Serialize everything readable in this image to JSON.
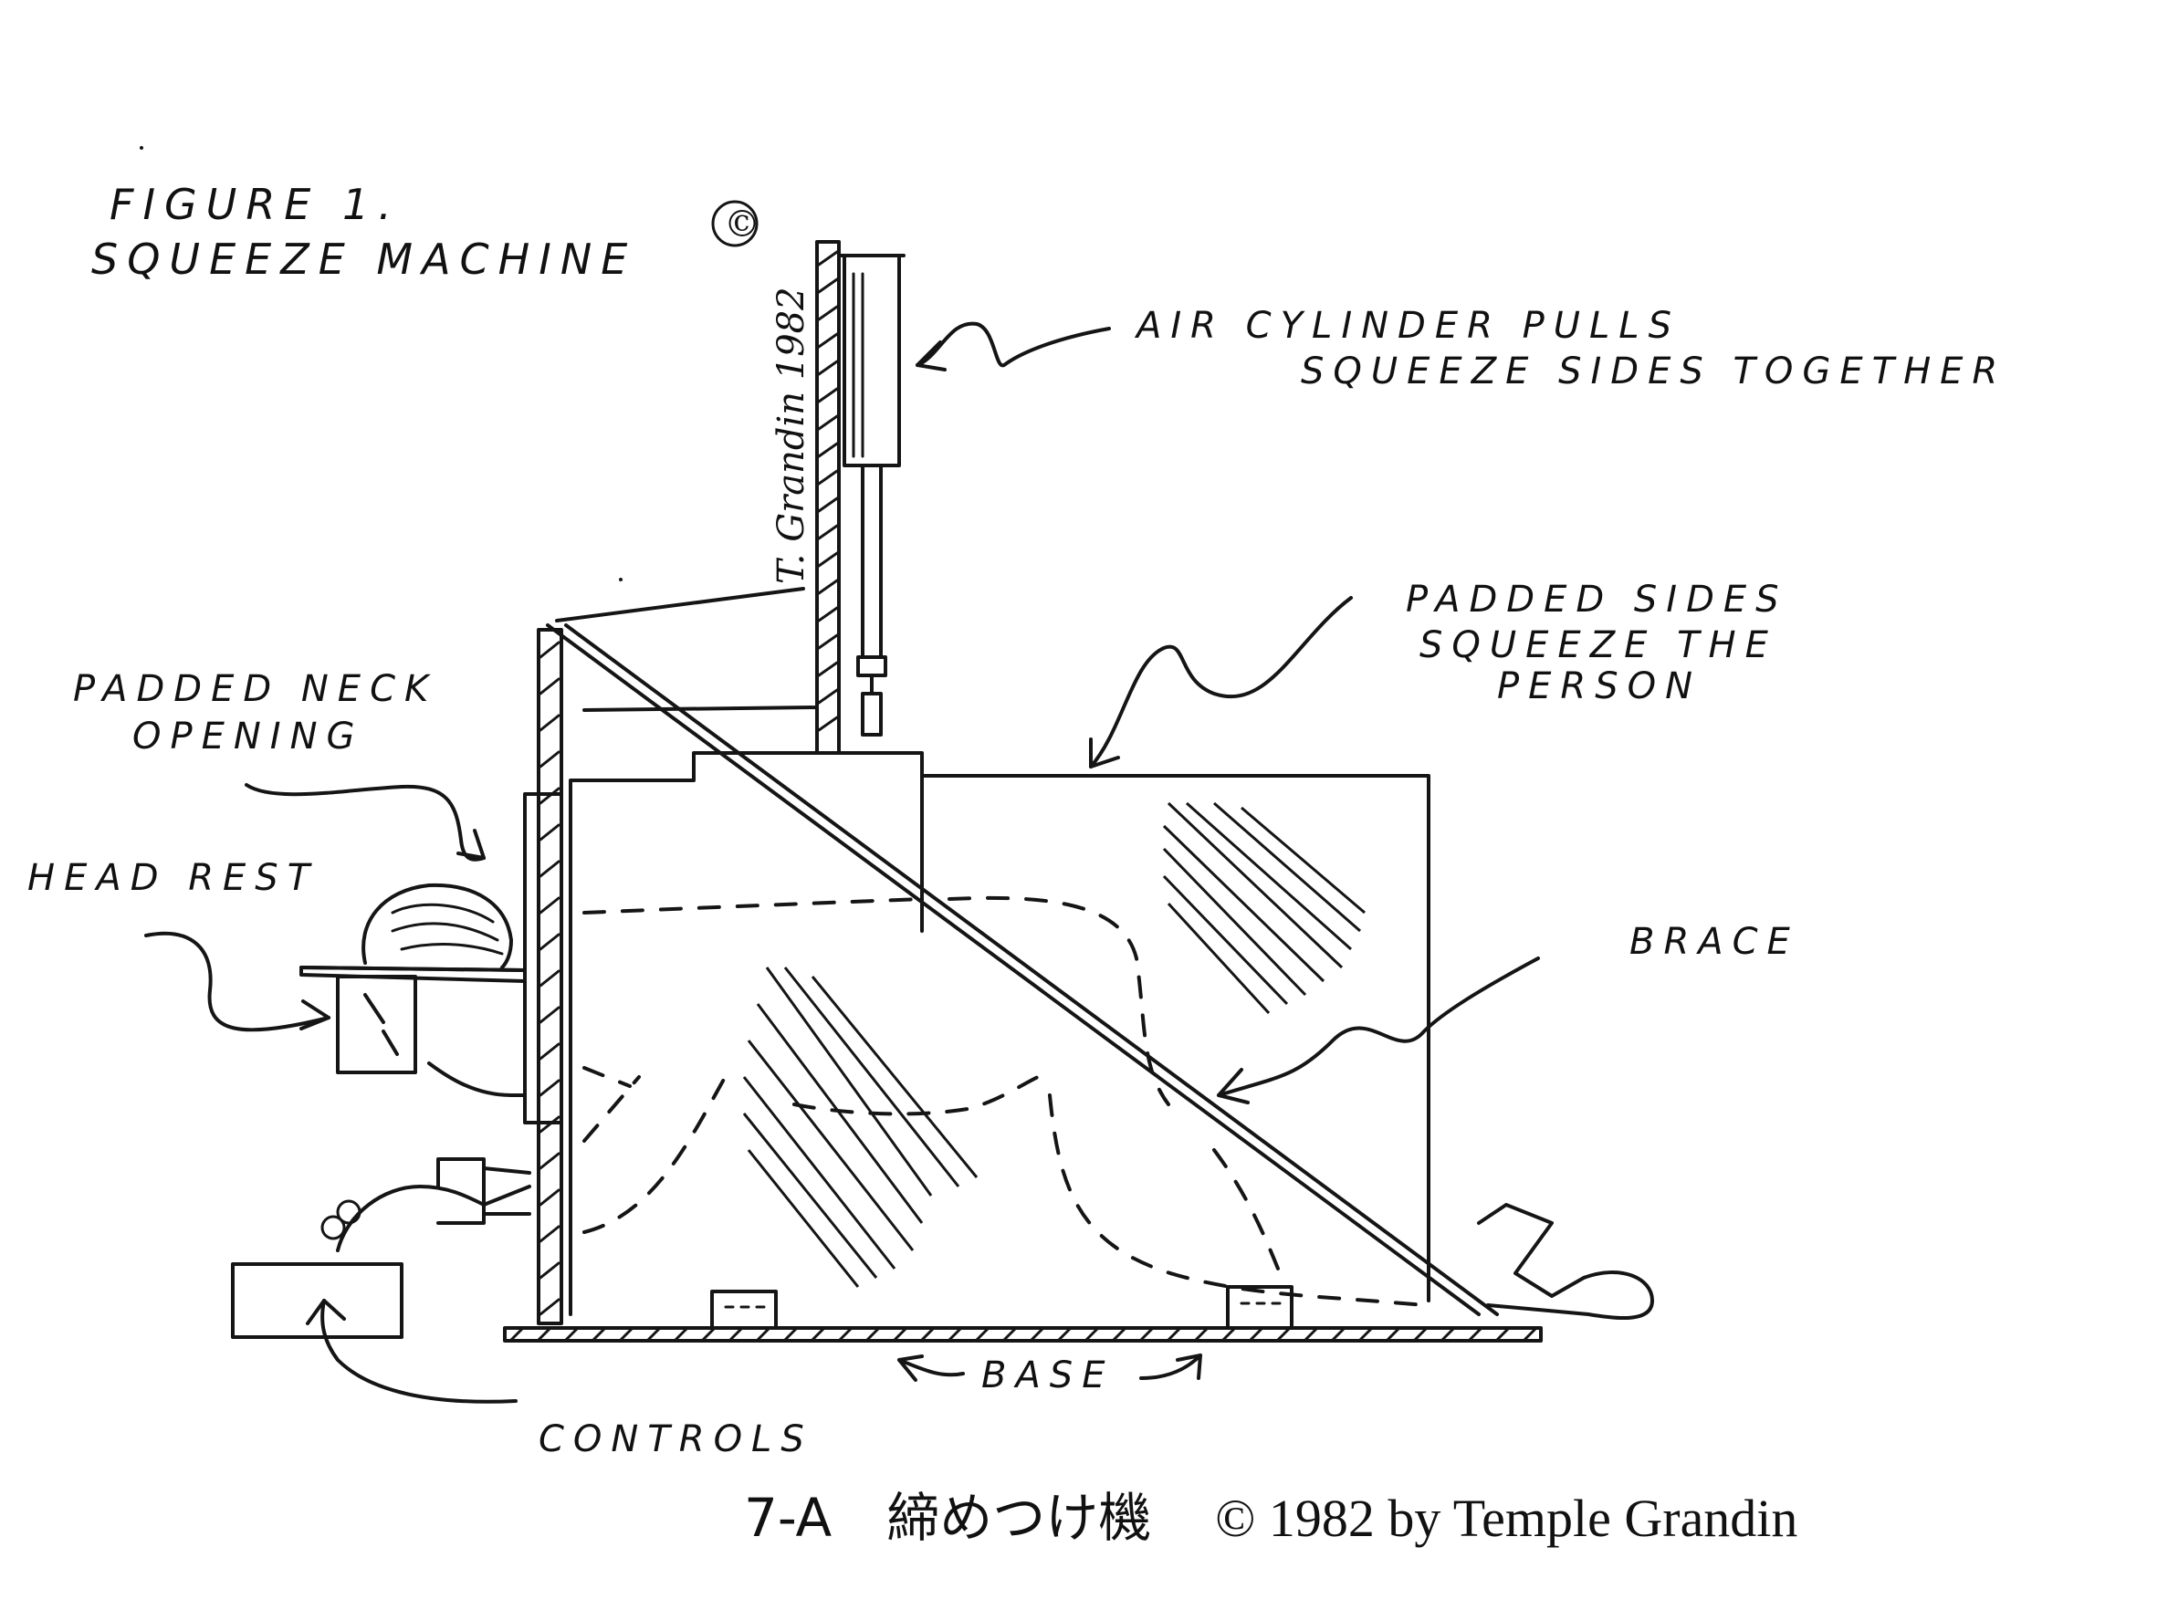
{
  "figure": {
    "title_line1": "FIGURE 1.",
    "title_line2": "SQUEEZE MACHINE",
    "copyright_symbol": "©",
    "signature": "T. Grandin 1982"
  },
  "labels": {
    "air_cylinder_line1": "AIR CYLINDER PULLS",
    "air_cylinder_line2": "SQUEEZE SIDES TOGETHER",
    "padded_sides_line1": "PADDED SIDES",
    "padded_sides_line2": "SQUEEZE THE",
    "padded_sides_line3": "PERSON",
    "padded_neck_line1": "PADDED NECK",
    "padded_neck_line2": "OPENING",
    "head_rest": "HEAD REST",
    "brace": "BRACE",
    "base": "BASE",
    "controls": "CONTROLS"
  },
  "caption": {
    "code": "7-A",
    "title": "締めつけ機",
    "credit": "© 1982 by Temple Grandin"
  }
}
